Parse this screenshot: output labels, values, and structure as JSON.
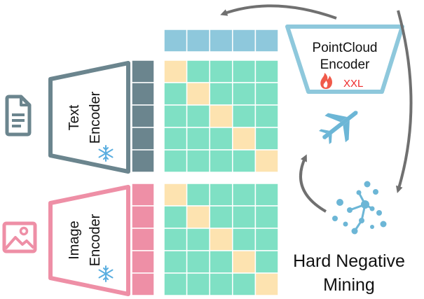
{
  "encoders": {
    "text": {
      "line1": "Text",
      "line2": "Encoder"
    },
    "image": {
      "line1": "Image",
      "line2": "Encoder"
    },
    "pointcloud": {
      "line1": "PointCloud",
      "line2": "Encoder",
      "badge": "XXL"
    }
  },
  "mining": {
    "line1": "Hard Negative",
    "line2": "Mining"
  },
  "icons": [
    "document-icon",
    "image-icon",
    "fire-icon",
    "snowflake-icon",
    "airplane-icon",
    "graph-icon"
  ],
  "colors": {
    "text_gray": "#6b858e",
    "image_pink": "#ee8fa6",
    "pc_blue": "#8ec8dc",
    "cell_green": "#7fe0c4",
    "cell_diag": "#fde3b0",
    "fire": "#f05a4a",
    "xxl_red": "#ee2a2a",
    "snow": "#5aaee0",
    "plane": "#6cb6d6",
    "arrow": "#707070"
  },
  "grid": {
    "rows": 5,
    "cols": 5
  }
}
